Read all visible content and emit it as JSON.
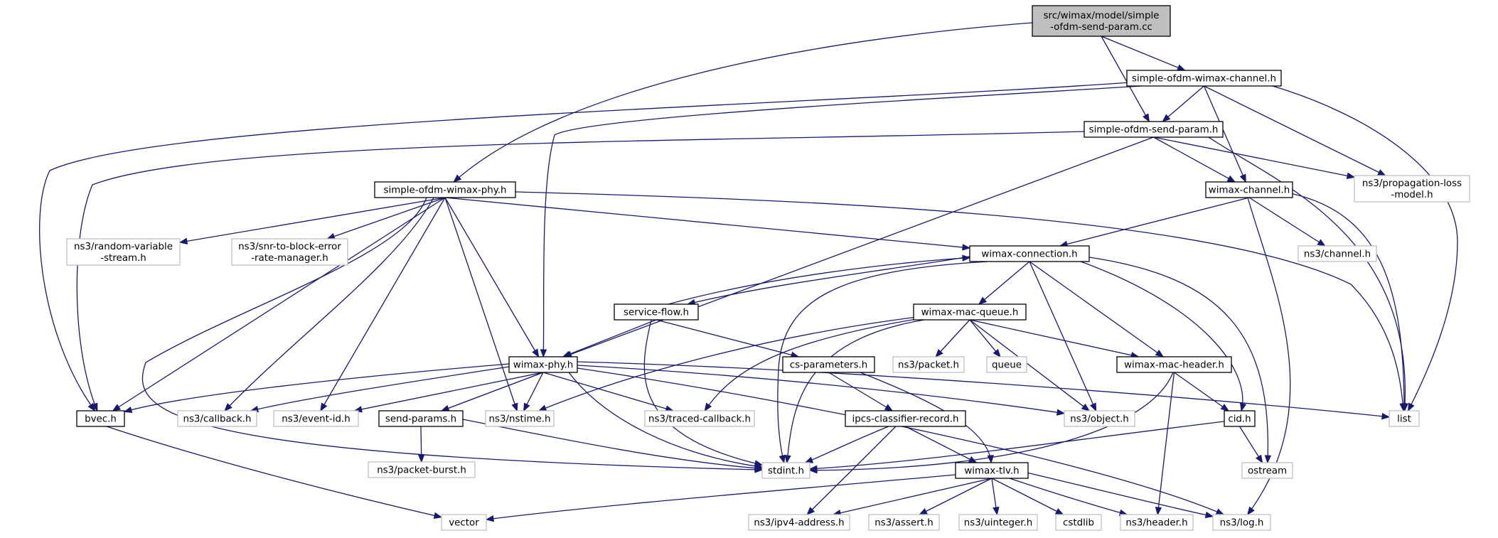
{
  "diagram": {
    "colors": {
      "edge": "#191970",
      "root_fill": "#bfbfbf",
      "internal_stroke": "#000000",
      "external_stroke": "#bfbfbf",
      "text": "#000000"
    },
    "nodes": [
      {
        "id": "root",
        "kind": "root",
        "lines": [
          "src/wimax/model/simple",
          "-ofdm-send-param.cc"
        ]
      },
      {
        "id": "channel",
        "kind": "internal",
        "lines": [
          "simple-ofdm-wimax-channel.h"
        ]
      },
      {
        "id": "sendparam",
        "kind": "internal",
        "lines": [
          "simple-ofdm-send-param.h"
        ]
      },
      {
        "id": "propagation",
        "kind": "external",
        "lines": [
          "ns3/propagation-loss",
          "-model.h"
        ]
      },
      {
        "id": "ofdmphy",
        "kind": "internal",
        "lines": [
          "simple-ofdm-wimax-phy.h"
        ]
      },
      {
        "id": "wimaxchannel",
        "kind": "internal",
        "lines": [
          "wimax-channel.h"
        ]
      },
      {
        "id": "randomvar",
        "kind": "external",
        "lines": [
          "ns3/random-variable",
          "-stream.h"
        ]
      },
      {
        "id": "snr",
        "kind": "external",
        "lines": [
          "ns3/snr-to-block-error",
          "-rate-manager.h"
        ]
      },
      {
        "id": "connection",
        "kind": "internal",
        "lines": [
          "wimax-connection.h"
        ]
      },
      {
        "id": "ns3channel",
        "kind": "external",
        "lines": [
          "ns3/channel.h"
        ]
      },
      {
        "id": "serviceflow",
        "kind": "internal",
        "lines": [
          "service-flow.h"
        ]
      },
      {
        "id": "macqueue",
        "kind": "internal",
        "lines": [
          "wimax-mac-queue.h"
        ]
      },
      {
        "id": "packet",
        "kind": "external",
        "lines": [
          "ns3/packet.h"
        ]
      },
      {
        "id": "queue",
        "kind": "external",
        "lines": [
          "queue"
        ]
      },
      {
        "id": "wimaxphy",
        "kind": "internal",
        "lines": [
          "wimax-phy.h"
        ]
      },
      {
        "id": "csparams",
        "kind": "internal",
        "lines": [
          "cs-parameters.h"
        ]
      },
      {
        "id": "macheader",
        "kind": "internal",
        "lines": [
          "wimax-mac-header.h"
        ]
      },
      {
        "id": "bvec",
        "kind": "internal",
        "lines": [
          "bvec.h"
        ]
      },
      {
        "id": "callback",
        "kind": "external",
        "lines": [
          "ns3/callback.h"
        ]
      },
      {
        "id": "eventid",
        "kind": "external",
        "lines": [
          "ns3/event-id.h"
        ]
      },
      {
        "id": "sendparams",
        "kind": "internal",
        "lines": [
          "send-params.h"
        ]
      },
      {
        "id": "nstime",
        "kind": "external",
        "lines": [
          "ns3/nstime.h"
        ]
      },
      {
        "id": "tracedcb",
        "kind": "external",
        "lines": [
          "ns3/traced-callback.h"
        ]
      },
      {
        "id": "ipcs",
        "kind": "internal",
        "lines": [
          "ipcs-classifier-record.h"
        ]
      },
      {
        "id": "object",
        "kind": "external",
        "lines": [
          "ns3/object.h"
        ]
      },
      {
        "id": "cid",
        "kind": "internal",
        "lines": [
          "cid.h"
        ]
      },
      {
        "id": "list",
        "kind": "external",
        "lines": [
          "list"
        ]
      },
      {
        "id": "packetburst",
        "kind": "external",
        "lines": [
          "ns3/packet-burst.h"
        ]
      },
      {
        "id": "stdint",
        "kind": "external",
        "lines": [
          "stdint.h"
        ]
      },
      {
        "id": "tlv",
        "kind": "internal",
        "lines": [
          "wimax-tlv.h"
        ]
      },
      {
        "id": "ostream",
        "kind": "external",
        "lines": [
          "ostream"
        ]
      },
      {
        "id": "vector",
        "kind": "external",
        "lines": [
          "vector"
        ]
      },
      {
        "id": "ipv4",
        "kind": "external",
        "lines": [
          "ns3/ipv4-address.h"
        ]
      },
      {
        "id": "assert",
        "kind": "external",
        "lines": [
          "ns3/assert.h"
        ]
      },
      {
        "id": "uinteger",
        "kind": "external",
        "lines": [
          "ns3/uinteger.h"
        ]
      },
      {
        "id": "cstdlib",
        "kind": "external",
        "lines": [
          "cstdlib"
        ]
      },
      {
        "id": "header",
        "kind": "external",
        "lines": [
          "ns3/header.h"
        ]
      },
      {
        "id": "log",
        "kind": "external",
        "lines": [
          "ns3/log.h"
        ]
      }
    ],
    "edges": [
      [
        "root",
        "channel"
      ],
      [
        "root",
        "sendparam"
      ],
      [
        "root",
        "ofdmphy"
      ],
      [
        "channel",
        "bvec"
      ],
      [
        "channel",
        "wimaxphy"
      ],
      [
        "channel",
        "sendparam"
      ],
      [
        "channel",
        "wimaxchannel"
      ],
      [
        "channel",
        "propagation"
      ],
      [
        "channel",
        "list"
      ],
      [
        "sendparam",
        "bvec"
      ],
      [
        "sendparam",
        "wimaxphy"
      ],
      [
        "sendparam",
        "wimaxchannel"
      ],
      [
        "sendparam",
        "propagation"
      ],
      [
        "sendparam",
        "list"
      ],
      [
        "ofdmphy",
        "randomvar"
      ],
      [
        "ofdmphy",
        "snr"
      ],
      [
        "ofdmphy",
        "bvec"
      ],
      [
        "ofdmphy",
        "callback"
      ],
      [
        "ofdmphy",
        "eventid"
      ],
      [
        "ofdmphy",
        "stdint"
      ],
      [
        "ofdmphy",
        "nstime"
      ],
      [
        "ofdmphy",
        "wimaxphy"
      ],
      [
        "ofdmphy",
        "connection"
      ],
      [
        "ofdmphy",
        "list"
      ],
      [
        "wimaxchannel",
        "connection"
      ],
      [
        "wimaxchannel",
        "ns3channel"
      ],
      [
        "wimaxchannel",
        "list"
      ],
      [
        "wimaxchannel",
        "log"
      ],
      [
        "connection",
        "serviceflow"
      ],
      [
        "connection",
        "macqueue"
      ],
      [
        "connection",
        "stdint"
      ],
      [
        "connection",
        "object"
      ],
      [
        "connection",
        "macheader"
      ],
      [
        "connection",
        "cid"
      ],
      [
        "connection",
        "ostream"
      ],
      [
        "serviceflow",
        "connection"
      ],
      [
        "serviceflow",
        "wimaxphy"
      ],
      [
        "serviceflow",
        "csparams"
      ],
      [
        "serviceflow",
        "stdint"
      ],
      [
        "macqueue",
        "packet"
      ],
      [
        "macqueue",
        "queue"
      ],
      [
        "macqueue",
        "object"
      ],
      [
        "macqueue",
        "macheader"
      ],
      [
        "macqueue",
        "stdint"
      ],
      [
        "macqueue",
        "nstime"
      ],
      [
        "macqueue",
        "tracedcb"
      ],
      [
        "wimaxphy",
        "bvec"
      ],
      [
        "wimaxphy",
        "callback"
      ],
      [
        "wimaxphy",
        "eventid"
      ],
      [
        "wimaxphy",
        "sendparams"
      ],
      [
        "wimaxphy",
        "nstime"
      ],
      [
        "wimaxphy",
        "tracedcb"
      ],
      [
        "wimaxphy",
        "stdint"
      ],
      [
        "wimaxphy",
        "object"
      ],
      [
        "wimaxphy",
        "list"
      ],
      [
        "wimaxphy",
        "log"
      ],
      [
        "csparams",
        "ipcs"
      ],
      [
        "csparams",
        "tlv"
      ],
      [
        "macheader",
        "cid"
      ],
      [
        "macheader",
        "stdint"
      ],
      [
        "macheader",
        "header"
      ],
      [
        "bvec",
        "vector"
      ],
      [
        "sendparams",
        "packetburst"
      ],
      [
        "sendparams",
        "stdint"
      ],
      [
        "ipcs",
        "stdint"
      ],
      [
        "ipcs",
        "tlv"
      ],
      [
        "ipcs",
        "ipv4"
      ],
      [
        "cid",
        "stdint"
      ],
      [
        "cid",
        "ostream"
      ],
      [
        "tlv",
        "vector"
      ],
      [
        "tlv",
        "ipv4"
      ],
      [
        "tlv",
        "assert"
      ],
      [
        "tlv",
        "uinteger"
      ],
      [
        "tlv",
        "cstdlib"
      ],
      [
        "tlv",
        "header"
      ],
      [
        "tlv",
        "log"
      ]
    ]
  }
}
